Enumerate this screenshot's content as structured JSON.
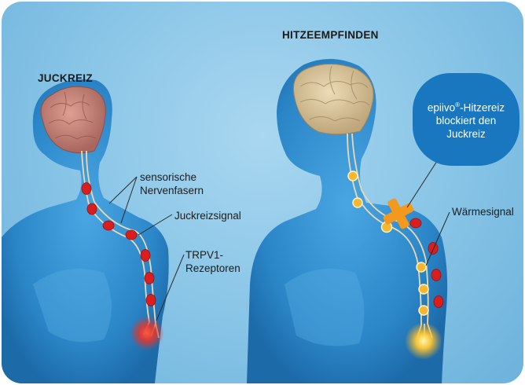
{
  "left_panel": {
    "title": "JUCKREIZ",
    "labels": {
      "nerve_fibers_line1": "sensorische",
      "nerve_fibers_line2": "Nervenfasern",
      "itch_signal": "Juckreizsignal",
      "receptors_line1": "TRPV1-",
      "receptors_line2": "Rezeptoren"
    }
  },
  "right_panel": {
    "title": "HITZEEMPFINDEN",
    "bubble": {
      "brand": "epiivo",
      "mark": "®",
      "line1_rest": "-Hitzereiz",
      "line2": "blockiert den",
      "line3": "Juckreiz"
    },
    "labels": {
      "heat_signal": "Wärmesignal"
    }
  },
  "colors": {
    "background": "#87c4e6",
    "body": "#2f8fd0",
    "itch_node": "#d81e1e",
    "heat_node": "#f7b733",
    "block_cross": "#f39a1e",
    "bubble": "#1877be",
    "brain_left": "#c8847a",
    "brain_right": "#d9c49c"
  }
}
